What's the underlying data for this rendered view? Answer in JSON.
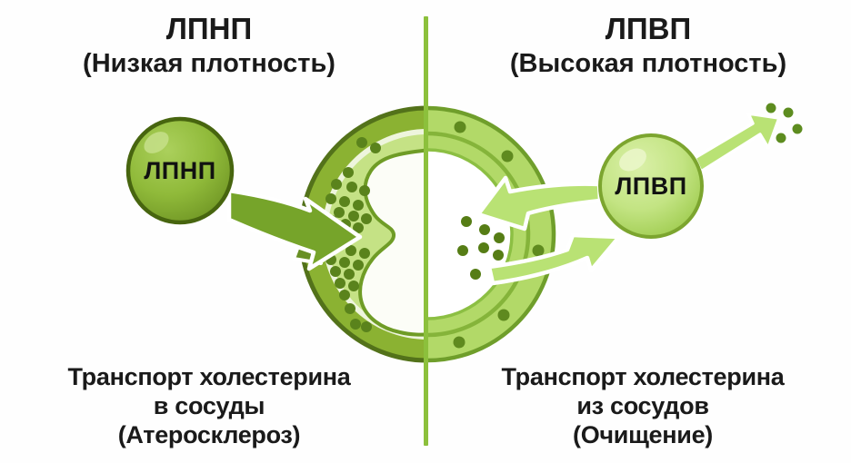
{
  "left_panel": {
    "title": "ЛПНП",
    "subtitle": "(Низкая плотность)",
    "sphere_label": "ЛПНП",
    "caption": {
      "line1": "Транспорт холестерина",
      "line2": "в сосуды",
      "line3": "(Атеросклероз)"
    }
  },
  "right_panel": {
    "title": "ЛПВП",
    "subtitle": "(Высокая плотность)",
    "sphere_label": "ЛПВП",
    "caption": {
      "line1": "Транспорт холестерина",
      "line2": "из сосудов",
      "line3": "(Очищение)"
    }
  },
  "colors": {
    "background": "#ffffff",
    "text": "#1a1a1a",
    "divider": "#8cc03c",
    "ldl_sphere": "#8fb93a",
    "ldl_sphere_border": "#47650f",
    "hdl_sphere": "#c3e483",
    "hdl_sphere_border": "#7ca52f",
    "vessel_wall_left": "#8bb232",
    "vessel_wall_left_outline": "#53721a",
    "vessel_wall_right": "#b2d968",
    "vessel_wall_right_outline": "#6f9e2b",
    "plaque": "#c5e285",
    "plaque_outline": "#6f9c26",
    "cholesterol_dot": "#5a831c",
    "ldl_arrow": "#76a42a",
    "hdl_arrow": "#b9e274"
  }
}
